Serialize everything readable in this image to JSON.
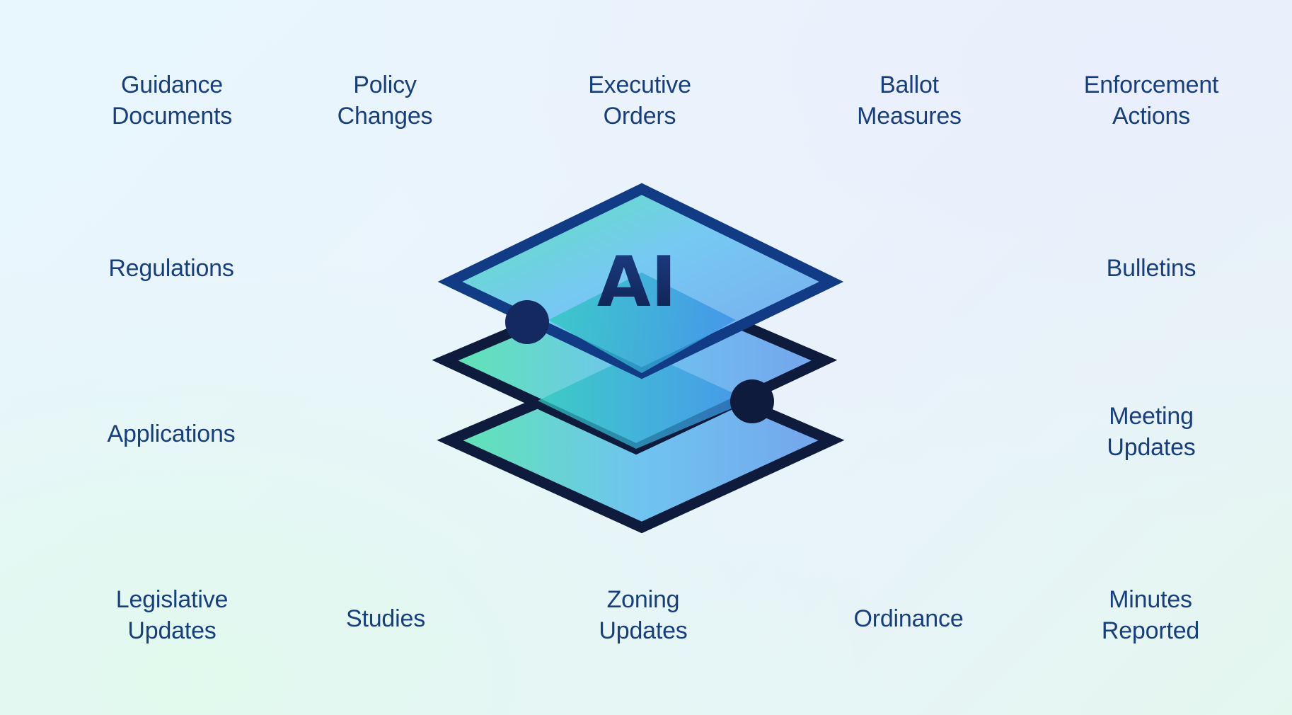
{
  "center": {
    "title": "AI",
    "icon": "layered-stack-icon"
  },
  "colors": {
    "label_text": "#173f7f",
    "outline_dark": "#0f1b3d",
    "outline_top": "#123b86",
    "fill_green": "#4ee2b0",
    "fill_blue": "#6cb4f2"
  },
  "labels": {
    "guidance_documents": [
      "Guidance",
      "Documents"
    ],
    "policy_changes": [
      "Policy",
      "Changes"
    ],
    "executive_orders": [
      "Executive",
      "Orders"
    ],
    "ballot_measures": [
      "Ballot",
      "Measures"
    ],
    "enforcement_actions": [
      "Enforcement",
      "Actions"
    ],
    "regulations": [
      "Regulations"
    ],
    "bulletins": [
      "Bulletins"
    ],
    "applications": [
      "Applications"
    ],
    "meeting_updates": [
      "Meeting",
      "Updates"
    ],
    "legislative_updates": [
      "Legislative",
      "Updates"
    ],
    "studies": [
      "Studies"
    ],
    "zoning_updates": [
      "Zoning",
      "Updates"
    ],
    "ordinance": [
      "Ordinance"
    ],
    "minutes_reported": [
      "Minutes",
      "Reported"
    ]
  }
}
